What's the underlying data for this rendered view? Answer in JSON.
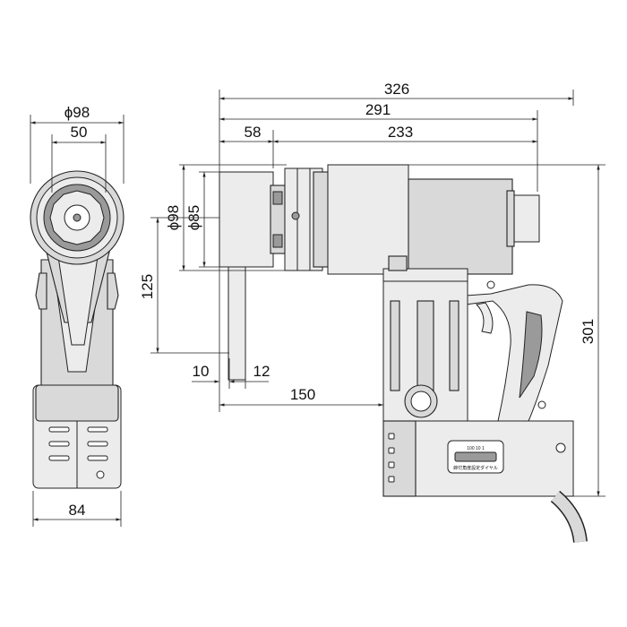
{
  "dimensions": {
    "front_phi98": "ϕ98",
    "front_50": "50",
    "front_84": "84",
    "overall_326": "326",
    "length_291": "291",
    "head_58": "58",
    "body_233": "233",
    "side_phi98": "ϕ98",
    "side_phi85": "ϕ85",
    "height_125": "125",
    "arm_10": "10",
    "arm_12": "12",
    "offset_150": "150",
    "height_301": "301"
  },
  "dial_panel": {
    "scale_label": "100  10  1",
    "caption": "締付角度設定ダイヤル"
  }
}
